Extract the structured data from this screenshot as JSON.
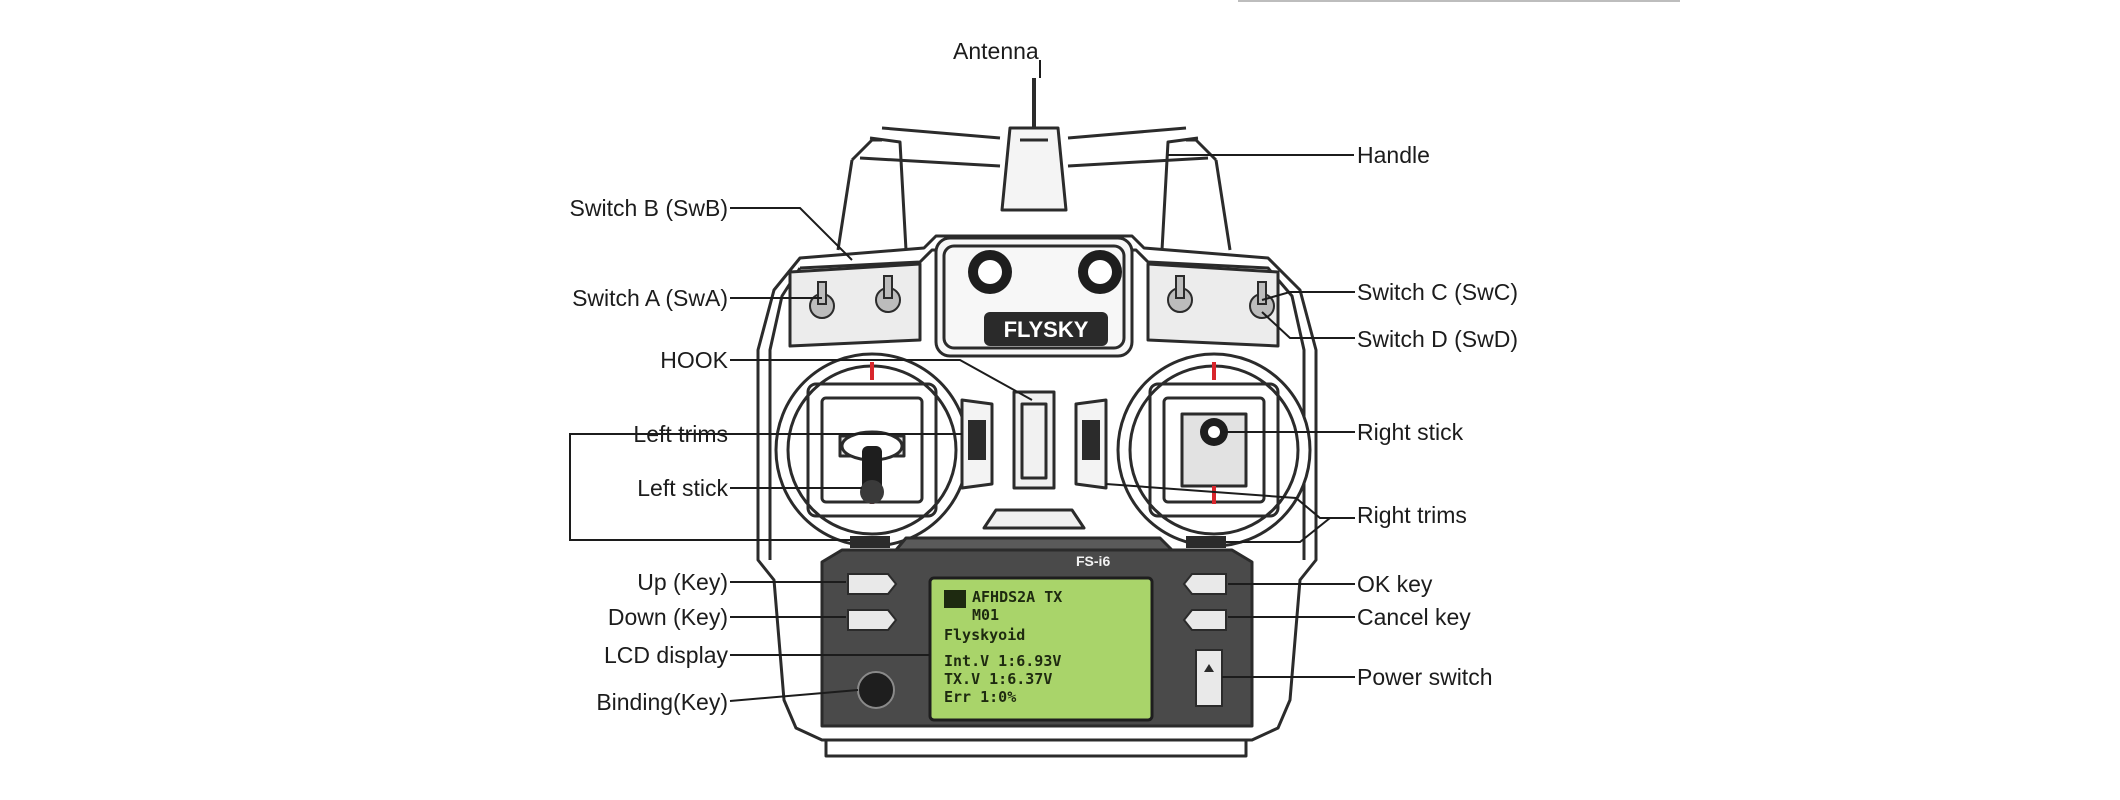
{
  "labels": {
    "antenna": "Antenna",
    "handle": "Handle",
    "switch_b": "Switch B (SwB)",
    "switch_a": "Switch A (SwA)",
    "switch_c": "Switch C (SwC)",
    "switch_d": "Switch D (SwD)",
    "hook": "HOOK",
    "left_trims": "Left trims",
    "left_stick": "Left stick",
    "right_stick": "Right stick",
    "right_trims": "Right trims",
    "up_key": "Up (Key)",
    "down_key": "Down (Key)",
    "lcd_display": "LCD display",
    "binding_key": "Binding(Key)",
    "ok_key": "OK key",
    "cancel_key": "Cancel key",
    "power_switch": "Power switch"
  },
  "device": {
    "brand": "FLYSKY",
    "model": "FS-i6",
    "lcd_lines": [
      "AFHDS2A TX",
      "M01",
      "Flyskyoid",
      "Int.V 1:6.93V",
      "TX.V 1:6.37V",
      "Err 1:0%"
    ]
  },
  "colors": {
    "outline": "#2b2b2b",
    "panel": "#4a4a4a",
    "lcd": "#a9d46a",
    "trim_marker": "#d8262c"
  }
}
